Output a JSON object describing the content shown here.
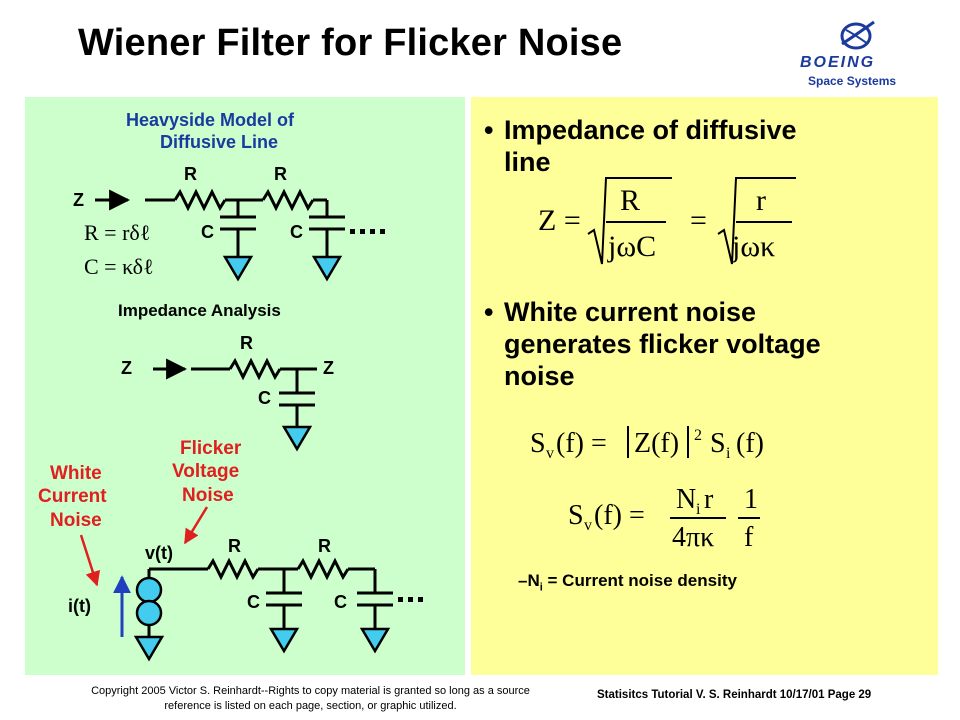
{
  "header": {
    "title": "Wiener Filter for Flicker Noise",
    "logo_word": "BOEING",
    "logo_sub": "Space Systems"
  },
  "left_panel": {
    "heading_line1": "Heavyside Model of",
    "heading_line2": "Diffusive Line",
    "impedance_analysis": "Impedance Analysis",
    "flicker_line1": "Flicker",
    "flicker_line2": "Voltage",
    "flicker_line3": "Noise",
    "white_line1": "White",
    "white_line2": "Current",
    "white_line3": "Noise",
    "label_z": "Z",
    "label_r": "R",
    "label_c": "C",
    "label_vt": "v(t)",
    "label_it": "i(t)",
    "eq_r": "R = rδℓ",
    "eq_c": "C = κδℓ"
  },
  "right_panel": {
    "bullet1_line1": "Impedance of diffusive",
    "bullet1_line2": "line",
    "bullet2_line1": "White current noise",
    "bullet2_line2": "generates flicker voltage",
    "bullet2_line3": "noise",
    "sub_bullet": "Current noise density",
    "sub_dash": "–N",
    "sub_i": "i",
    "sub_eq": " = "
  },
  "footer": {
    "copyright_line1": "Copyright 2005 Victor S. Reinhardt--Rights to copy material is granted so long as a source",
    "copyright_line2": "reference is listed on each page, section, or graphic utilized.",
    "tutorial": "Statisitcs Tutorial V. S. Reinhardt 10/17/01 Page 29"
  },
  "colors": {
    "left_bg": "#ccffcc",
    "right_bg": "#ffff99",
    "heading_blue": "#1a3aa0",
    "label_red": "#e02020",
    "ground_fill": "#44ccee",
    "arrow_blue": "#2040c0"
  }
}
